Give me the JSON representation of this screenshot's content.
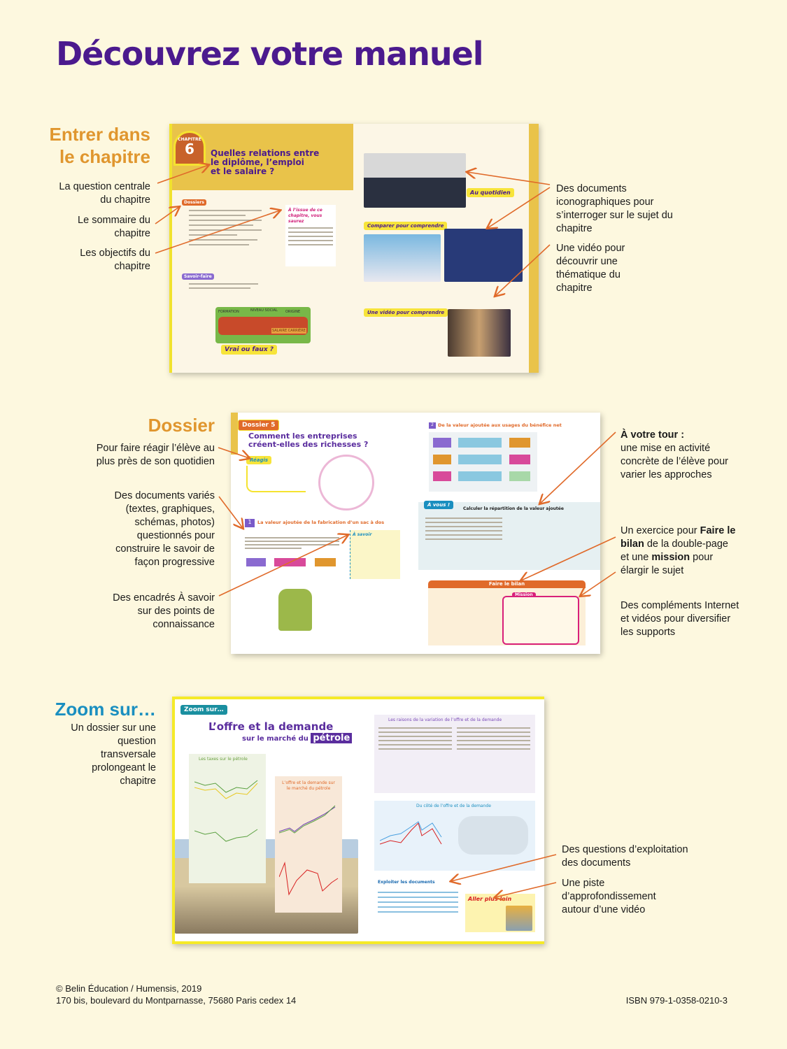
{
  "title": "Découvrez votre manuel",
  "section1": {
    "heading_line1": "Entrer dans",
    "heading_line2": "le chapitre",
    "left_labels": [
      "La question centrale du chapitre",
      "Le sommaire du chapitre",
      "Les objectifs du chapitre"
    ],
    "right_labels": [
      "Des documents iconographiques pour s’interroger sur le sujet du chapitre",
      "Une vidéo pour découvrir une thématique du chapitre"
    ],
    "spread": {
      "chapter_word": "CHAPITRE",
      "chapter_num": "6",
      "question_l1": "Quelles relations entre",
      "question_l2": "le diplôme, l’emploi",
      "question_l3": "et le salaire ?",
      "dossiers_tag": "Dossiers",
      "savoirfaire_tag": "Savoir-faire",
      "objectives_title": "À l’issue de ce chapitre, vous saurez",
      "vrai_faux": "Vrai ou faux ?",
      "au_quotidien": "Au quotidien",
      "comparer": "Comparer pour comprendre",
      "video": "Une vidéo pour comprendre",
      "hurdles": [
        "FORMATION",
        "NIVEAU SOCIAL",
        "ORIGINE"
      ],
      "sign": "SALAIRE CARRIÈRE"
    }
  },
  "section2": {
    "heading": "Dossier",
    "left_labels": [
      "Pour faire réagir l’élève au plus près de son quotidien",
      "Des documents variés (textes, graphiques, schémas, photos) questionnés pour construire le savoir de façon progressive",
      "Des encadrés À savoir sur des points de connaissance"
    ],
    "right_labels": {
      "a_head": "À votre tour :",
      "a_rest": "une mise en activité concrète de l’élève pour varier les approches",
      "b1": "Un exercice pour ",
      "b_bold1": "Faire le bilan",
      "b2": " de la double-page et une ",
      "b_bold2": "mission",
      "b3": " pour élargir le sujet",
      "c": "Des compléments Internet et vidéos pour diversifier les supports"
    },
    "spread": {
      "tag": "Dossier 5",
      "title": "Comment les entreprises créent-elles des richesses ?",
      "reagis": "Réagis",
      "doc1_num": "1",
      "doc1_title": "La valeur ajoutée de la fabrication d’un sac à dos",
      "a_savoir": "À savoir",
      "doc2_num": "2",
      "doc2_title": "De la valeur ajoutée aux usages du bénéfice net",
      "a_vous": "À vous !",
      "calc_title": "Calculer la répartition de la valeur ajoutée",
      "bilan": "Faire le bilan",
      "mission": "Mission"
    }
  },
  "section3": {
    "heading": "Zoom sur…",
    "left_label": "Un dossier sur une question transversale prolongeant le chapitre",
    "right_labels": [
      "Des questions d’exploitation des documents",
      "Une piste d’approfondissement autour d’une vidéo"
    ],
    "spread": {
      "tag": "Zoom sur…",
      "title_l1": "L’offre et la demande",
      "title_l2": "sur le marché du",
      "title_word": "pétrole",
      "doc1": "Les taxes sur le pétrole",
      "doc2": "L’offre et la demande sur le marché du pétrole",
      "doc3": "Les raisons de la variation de l’offre et de la demande",
      "doc4": "Du côté de l’offre et de la demande",
      "exploit": "Exploiter les documents",
      "aller": "Aller plus loin"
    }
  },
  "footer": {
    "copyright": "© Belin Éducation / Humensis, 2019",
    "address": "170 bis, boulevard du Montparnasse, 75680 Paris cedex 14",
    "isbn": "ISBN 979-1-0358-0210-3"
  },
  "colors": {
    "purple": "#4b1a8e",
    "orange": "#e0962e",
    "arrow": "#e06a2a",
    "teal": "#1a8fc0",
    "yellow": "#e9c34a"
  }
}
